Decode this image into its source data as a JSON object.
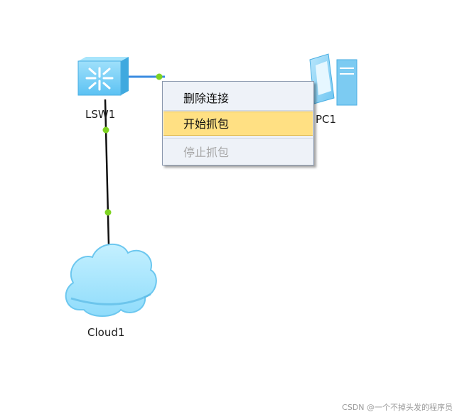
{
  "topology": {
    "nodes": {
      "switch": {
        "label": "LSW1",
        "icon": "switch-icon"
      },
      "pc": {
        "label": "PC1",
        "icon": "pc-icon"
      },
      "cloud": {
        "label": "Cloud1",
        "icon": "cloud-icon"
      }
    }
  },
  "context_menu": {
    "items": [
      {
        "label": "删除连接",
        "state": "normal"
      },
      {
        "label": "开始抓包",
        "state": "highlighted"
      },
      {
        "label": "停止抓包",
        "state": "disabled"
      }
    ]
  },
  "watermark": "CSDN @一个不掉头发的程序员",
  "colors": {
    "link_black": "#111111",
    "link_selected": "#3a8be0",
    "port_dot": "#7ed321",
    "menu_highlight": "#ffe083",
    "device_blue": "#6ec8f5"
  }
}
